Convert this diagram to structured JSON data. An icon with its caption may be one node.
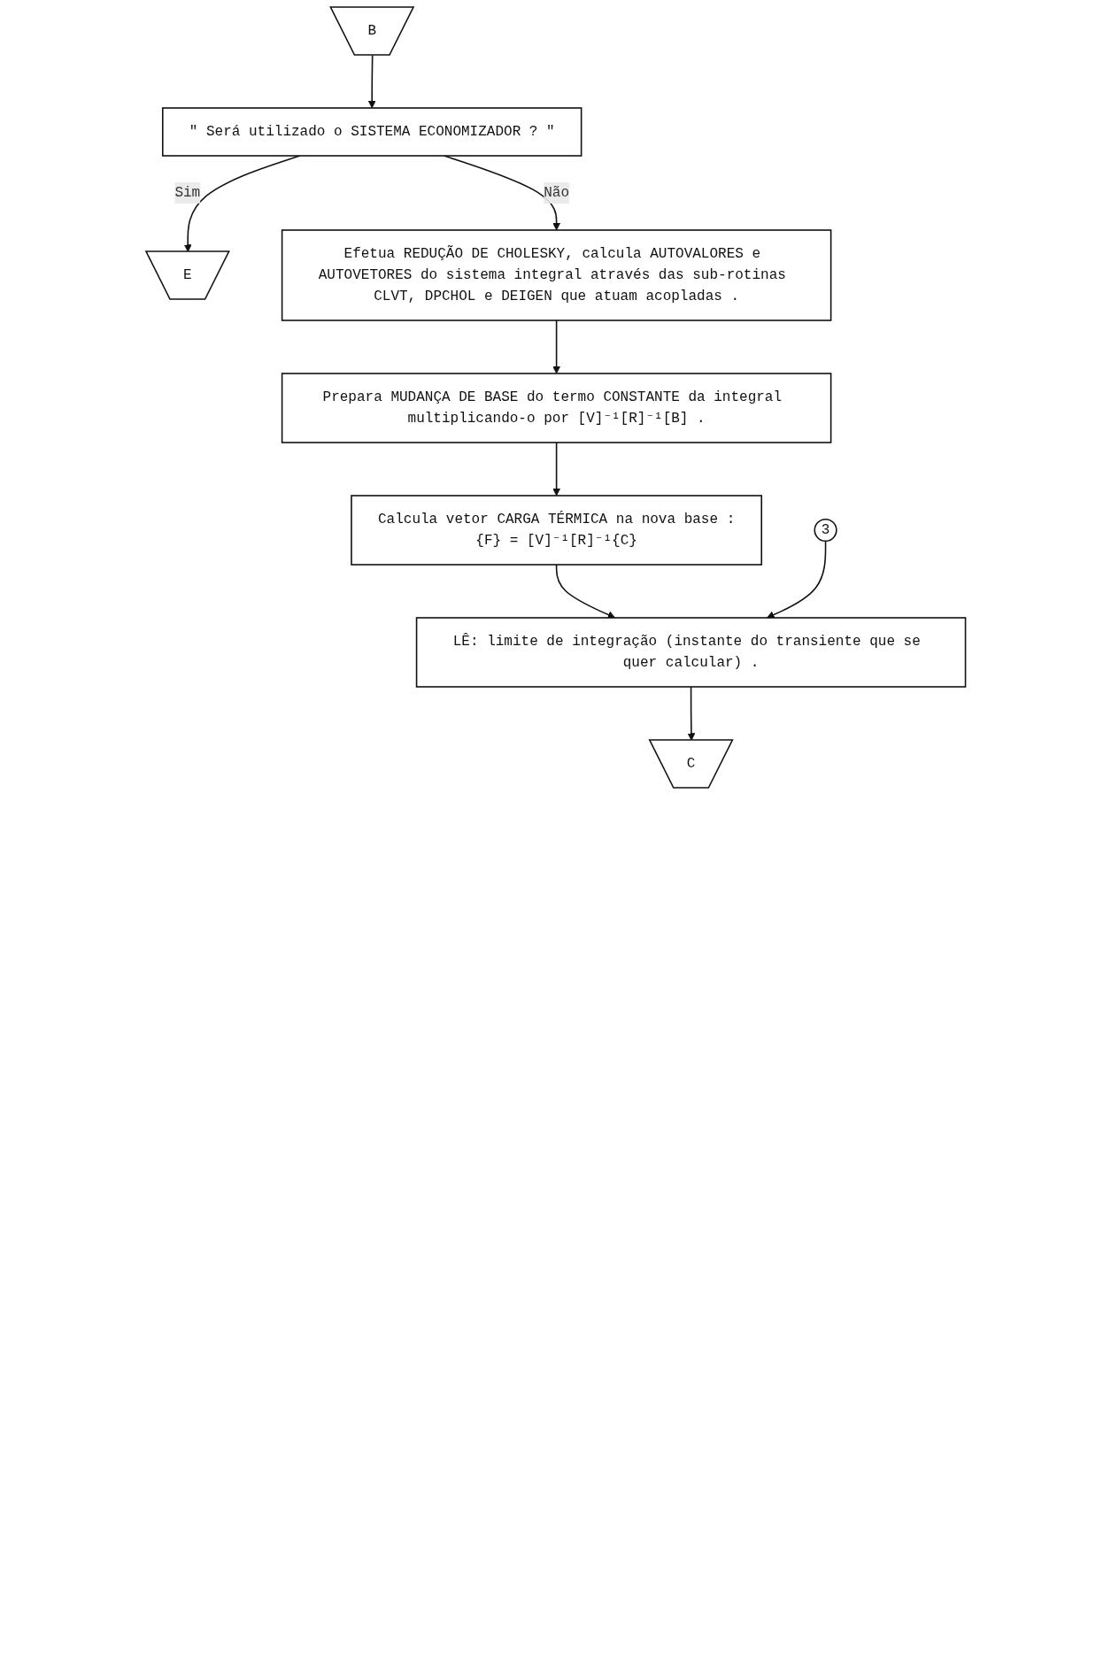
{
  "diagram": {
    "nodes": [
      {
        "text": [
          "B"
        ]
      },
      {
        "text": [
          "\" Será utilizado o SISTEMA ECONOMIZADOR ? \""
        ]
      },
      {
        "text": [
          "E"
        ]
      },
      {
        "text": [
          "Efetua REDUÇÃO DE CHOLESKY, calcula AUTOVALORES e AUTOVETORES do sistema integral através das sub-rotinas CLVT, DPCHOL e DEIGEN que atuam acopladas ."
        ]
      },
      {
        "text": [
          "Prepara MUDANÇA DE BASE do termo CONSTANTE da integral multiplicando-o por [V]⁻¹[R]⁻¹[B] ."
        ]
      },
      {
        "text": [
          "Calcula vetor CARGA TÉRMICA na nova base :",
          "{F} = [V]⁻¹[R]⁻¹{C}"
        ]
      },
      {
        "text": [
          "3"
        ]
      },
      {
        "text": [
          "LÊ: limite de integração (instante do transiente que se quer calcular) ."
        ]
      },
      {
        "text": [
          "C"
        ]
      }
    ],
    "edges": [
      {
        "from": 0,
        "to": 1,
        "arrow": "to"
      },
      {
        "from": 1,
        "to": 2,
        "arrow": "to",
        "label": "Sim"
      },
      {
        "from": 1,
        "to": 3,
        "arrow": "to",
        "label": "Não"
      },
      {
        "from": 3,
        "to": 4,
        "arrow": "to"
      },
      {
        "from": 4,
        "to": 5,
        "arrow": "to"
      },
      {
        "from": 5,
        "to": 7,
        "arrow": "to"
      },
      {
        "from": 6,
        "to": 7,
        "arrow": "to"
      },
      {
        "from": 7,
        "to": 8,
        "arrow": "to"
      }
    ]
  }
}
